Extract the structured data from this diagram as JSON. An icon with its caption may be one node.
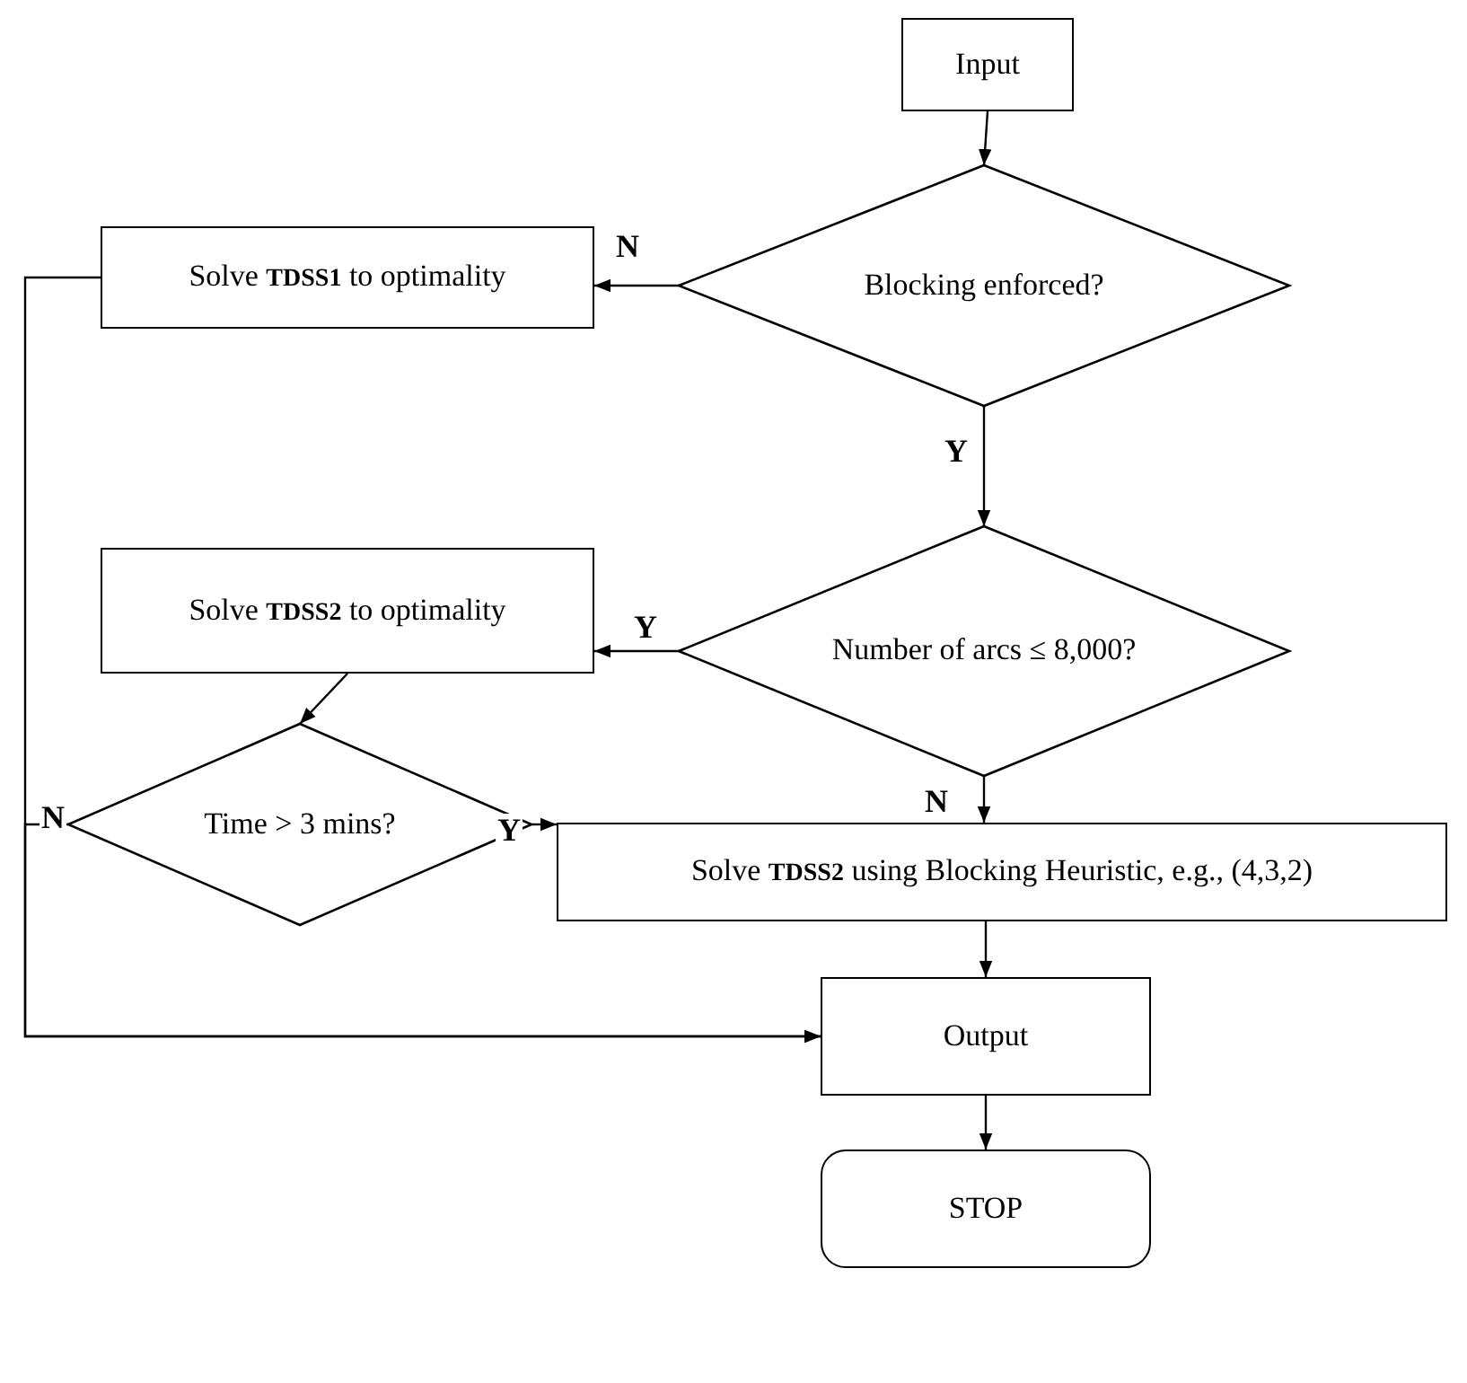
{
  "diagram": {
    "nodes": [
      {
        "text": [
          "Input"
        ]
      },
      {
        "text": [
          "Blocking enforced?"
        ]
      },
      {
        "text": [
          "Solve **TDSS1** to optimality"
        ]
      },
      {
        "text": [
          "Number of arcs ≤ 8,000?"
        ]
      },
      {
        "text": [
          "Solve **TDSS2** to optimality"
        ]
      },
      {
        "text": [
          "Time > 3 mins?"
        ]
      },
      {
        "text": [
          "Solve **TDSS2** using Blocking Heuristic, e.g., (4,3,2)"
        ]
      },
      {
        "text": [
          "Output"
        ]
      },
      {
        "text": [
          "STOP"
        ]
      }
    ],
    "edges": [
      {
        "from": 0,
        "to": 1,
        "arrow": "to"
      },
      {
        "from": 1,
        "to": 2,
        "arrow": "to",
        "label": "N"
      },
      {
        "from": 1,
        "to": 3,
        "arrow": "to",
        "label": "Y"
      },
      {
        "from": 3,
        "to": 4,
        "arrow": "to",
        "label": "Y"
      },
      {
        "from": 3,
        "to": 6,
        "arrow": "to",
        "label": "N"
      },
      {
        "from": 4,
        "to": 5,
        "arrow": "to"
      },
      {
        "from": 5,
        "to": 6,
        "arrow": "to",
        "label": "Y"
      },
      {
        "from": 6,
        "to": 7,
        "arrow": "to"
      },
      {
        "from": 7,
        "to": 8,
        "arrow": "to"
      },
      {
        "from": 2,
        "to": 7,
        "arrow": "to"
      },
      {
        "from": 5,
        "to": 7,
        "arrow": "to",
        "label": "N"
      }
    ]
  }
}
